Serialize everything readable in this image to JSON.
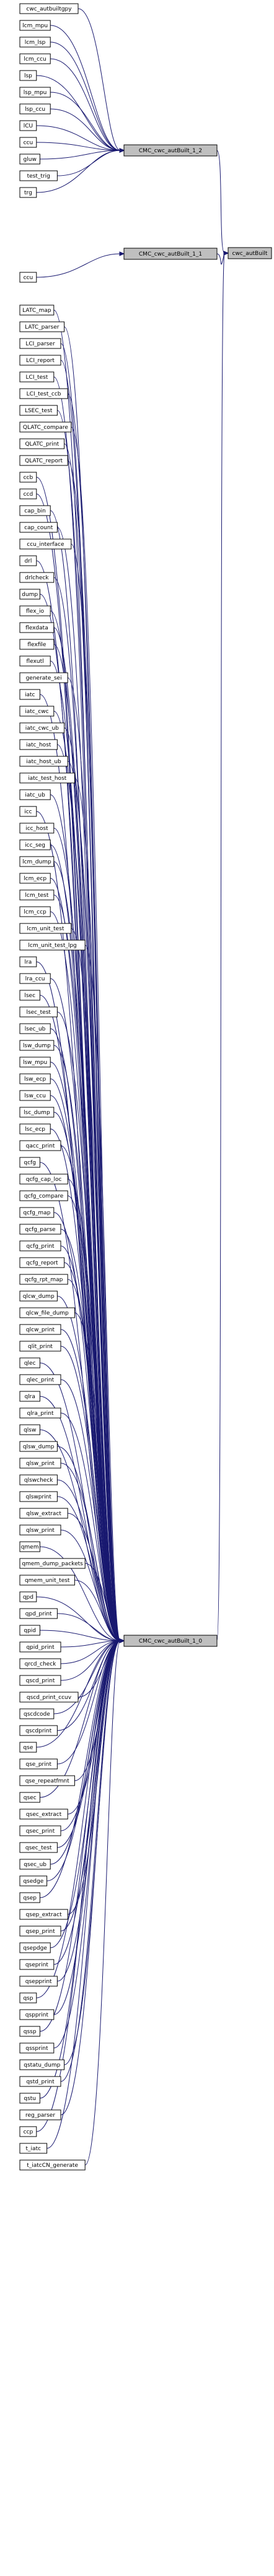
{
  "targets": [
    {
      "id": "cmc_cwc_autbuilt_1_2",
      "label": "CMC_cwc_autBuilt_1_2"
    },
    {
      "id": "cmc_cwc_autbuilt_1_1",
      "label": "CMC_cwc_autBuilt_1_1"
    },
    {
      "id": "cmc_cwc_autbuilt_1_0",
      "label": "CMC_cwc_autBuilt_1_0"
    },
    {
      "id": "cwc_autbuilt",
      "label": "cwc_autBuilt"
    }
  ],
  "groups": [
    {
      "target": "cmc_cwc_autbuilt_1_2",
      "nodes": [
        "cwc_autbuiltgpy",
        "lcm_mpu",
        "lcm_lsp",
        "lcm_ccu",
        "lsp",
        "lsp_mpu",
        "lsp_ccu",
        "lCU",
        "ccu",
        "gluw",
        "test_trig",
        "trg"
      ]
    },
    {
      "target": "cmc_cwc_autbuilt_1_1",
      "nodes": [
        "ccu"
      ]
    },
    {
      "target": "cmc_cwc_autbuilt_1_0",
      "nodes": [
        "LATC_map",
        "LATC_parser",
        "LCI_parser",
        "LCI_report",
        "LCI_test",
        "LCI_test_ccb",
        "LSEC_test",
        "QLATC_compare",
        "QLATC_print",
        "QLATC_report",
        "ccb",
        "ccd",
        "cap_bin",
        "cap_count",
        "ccu_interface",
        "drl",
        "drlcheck",
        "dump",
        "flex_io",
        "flexdata",
        "flexfile",
        "flexutl",
        "generate_sei",
        "iatc",
        "iatc_cwc",
        "iatc_cwc_ub",
        "iatc_host",
        "iatc_host_ub",
        "iatc_test_host",
        "iatc_ub",
        "icc",
        "icc_host",
        "icc_seg",
        "lcm_dump",
        "lcm_ecp",
        "lcm_test",
        "lcm_ccp",
        "lcm_unit_test",
        "lcm_unit_test_lpg",
        "lra",
        "lra_ccu",
        "lsec",
        "lsec_test",
        "lsec_ub",
        "lsw_dump",
        "lsw_mpu",
        "lsw_ecp",
        "lsw_ccu",
        "lsc_dump",
        "lsc_ecp",
        "qacc_print",
        "qcfg",
        "qcfg_cap_loc",
        "qcfg_compare",
        "qcfg_map",
        "qcfg_parse",
        "qcfg_print",
        "qcfg_report",
        "qcfg_rpt_map",
        "qlcw_dump",
        "qlcw_file_dump",
        "qlcw_print",
        "qlit_print",
        "qlec",
        "qlec_print",
        "qlra",
        "qlra_print",
        "qlsw",
        "qlsw_dump",
        "qlsw_print",
        "qlswcheck",
        "qlswprint",
        "qlsw_extract",
        "qlsw_print",
        "qmem",
        "qmem_dump_packets",
        "qmem_unit_test",
        "qpd",
        "qpd_print",
        "qpid",
        "qpid_print",
        "qrcd_check",
        "qscd_print",
        "qscd_print_ccuv",
        "qscdcode",
        "qscdprint",
        "qse",
        "qse_print",
        "qse_repeatfmnt",
        "qsec",
        "qsec_extract",
        "qsec_print",
        "qsec_test",
        "qsec_ub",
        "qsedge",
        "qsep",
        "qsep_extract",
        "qsep_print",
        "qsepdge",
        "qseprint",
        "qsepprint",
        "qsp",
        "qspprint",
        "qssp",
        "qssprint",
        "qstatu_dump",
        "qstd_print",
        "qstu",
        "reg_parser",
        "ccp",
        "t_iatc",
        "t_iatcCN_generate"
      ]
    }
  ],
  "final_edges": [
    {
      "from": "cmc_cwc_autbuilt_1_2",
      "to": "cwc_autbuilt"
    },
    {
      "from": "cmc_cwc_autbuilt_1_1",
      "to": "cwc_autbuilt"
    },
    {
      "from": "cmc_cwc_autbuilt_1_0",
      "to": "cwc_autbuilt"
    }
  ]
}
